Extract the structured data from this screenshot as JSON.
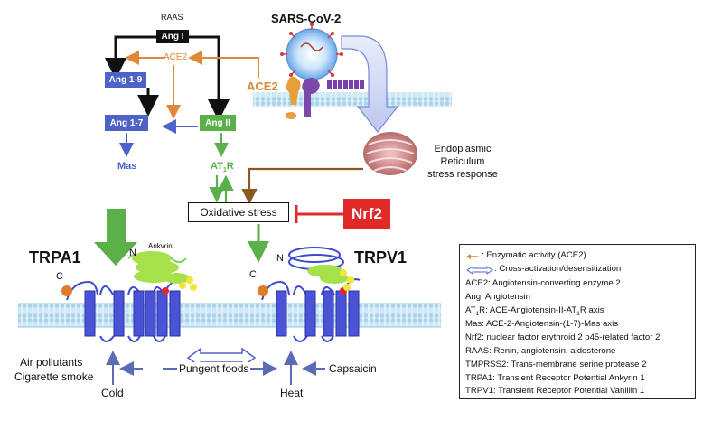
{
  "raas": {
    "title": "RAAS",
    "ang1": "Ang I",
    "ace2": "ACE2",
    "ang19": "Ang 1-9",
    "ang17": "Ang 1-7",
    "ang2": "Ang II",
    "mas": "Mas",
    "at1r_main": "AT",
    "at1r_sub": "1",
    "at1r_end": "R"
  },
  "virus": {
    "title": "SARS-CoV-2",
    "receptor_label": "ACE2"
  },
  "er": {
    "line1": "Endoplasmic",
    "line2": "Reticulum",
    "line3": "stress response"
  },
  "oxidative_stress": "Oxidative stress",
  "nrf2": "Nrf2",
  "channels": {
    "trpa1": "TRPA1",
    "trpv1": "TRPV1",
    "ankyrin": "Ankvrin",
    "n_left": "N",
    "c_left": "C",
    "c_right": "C",
    "n_right": "N"
  },
  "stimuli": {
    "air": "Air pollutants",
    "cigarette": "Cigarette smoke",
    "cold": "Cold",
    "pungent": "Pungent foods",
    "heat": "Heat",
    "capsaicin": "Capsaicin"
  },
  "legend": {
    "enzymatic": ": Enzymatic activity (ACE2)",
    "cross": ": Cross-activation/desensitization",
    "ace2": "ACE2: Angiotensin-converting enzyme 2",
    "ang": "Ang: Angiotensin",
    "at1r_pre": "AT",
    "at1r_sub": "1",
    "at1r_mid": "R: ACE-Angiotensin-II-AT",
    "at1r_sub2": "1",
    "at1r_end": "R axis",
    "mas": "Mas: ACE-2-Angiotensin-(1-7)-Mas axis",
    "nrf2": "Nrf2: nuclear factor erythroid 2 p45-related factor 2",
    "raas": "RAAS: Renin, angiotensin, aldosterone",
    "tmprss2": "TMPRSS2: Trans-membrane serine protease 2",
    "trpa1": "TRPA1: Transient Receptor Potential Ankyrin 1",
    "trpv1": "TRPV1: Transient Receptor Potential Vanillin 1"
  },
  "colors": {
    "black": "#111111",
    "orange": "#e0883a",
    "blue": "#4f62c8",
    "green": "#5bb04a",
    "red": "#e02a2a",
    "brown": "#8a5a1e",
    "channel": "#4a52d6",
    "membrane": "#a9d3ea"
  }
}
